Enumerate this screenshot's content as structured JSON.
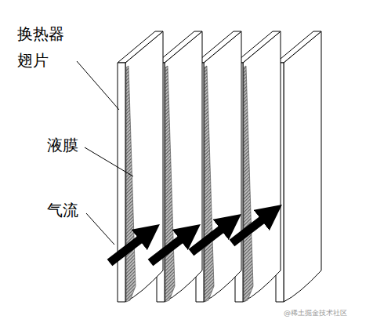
{
  "diagram": {
    "labels": [
      "换热器 翅片",
      "液膜",
      "气流",
      "@稀土掘金技术社区"
    ]
  }
}
